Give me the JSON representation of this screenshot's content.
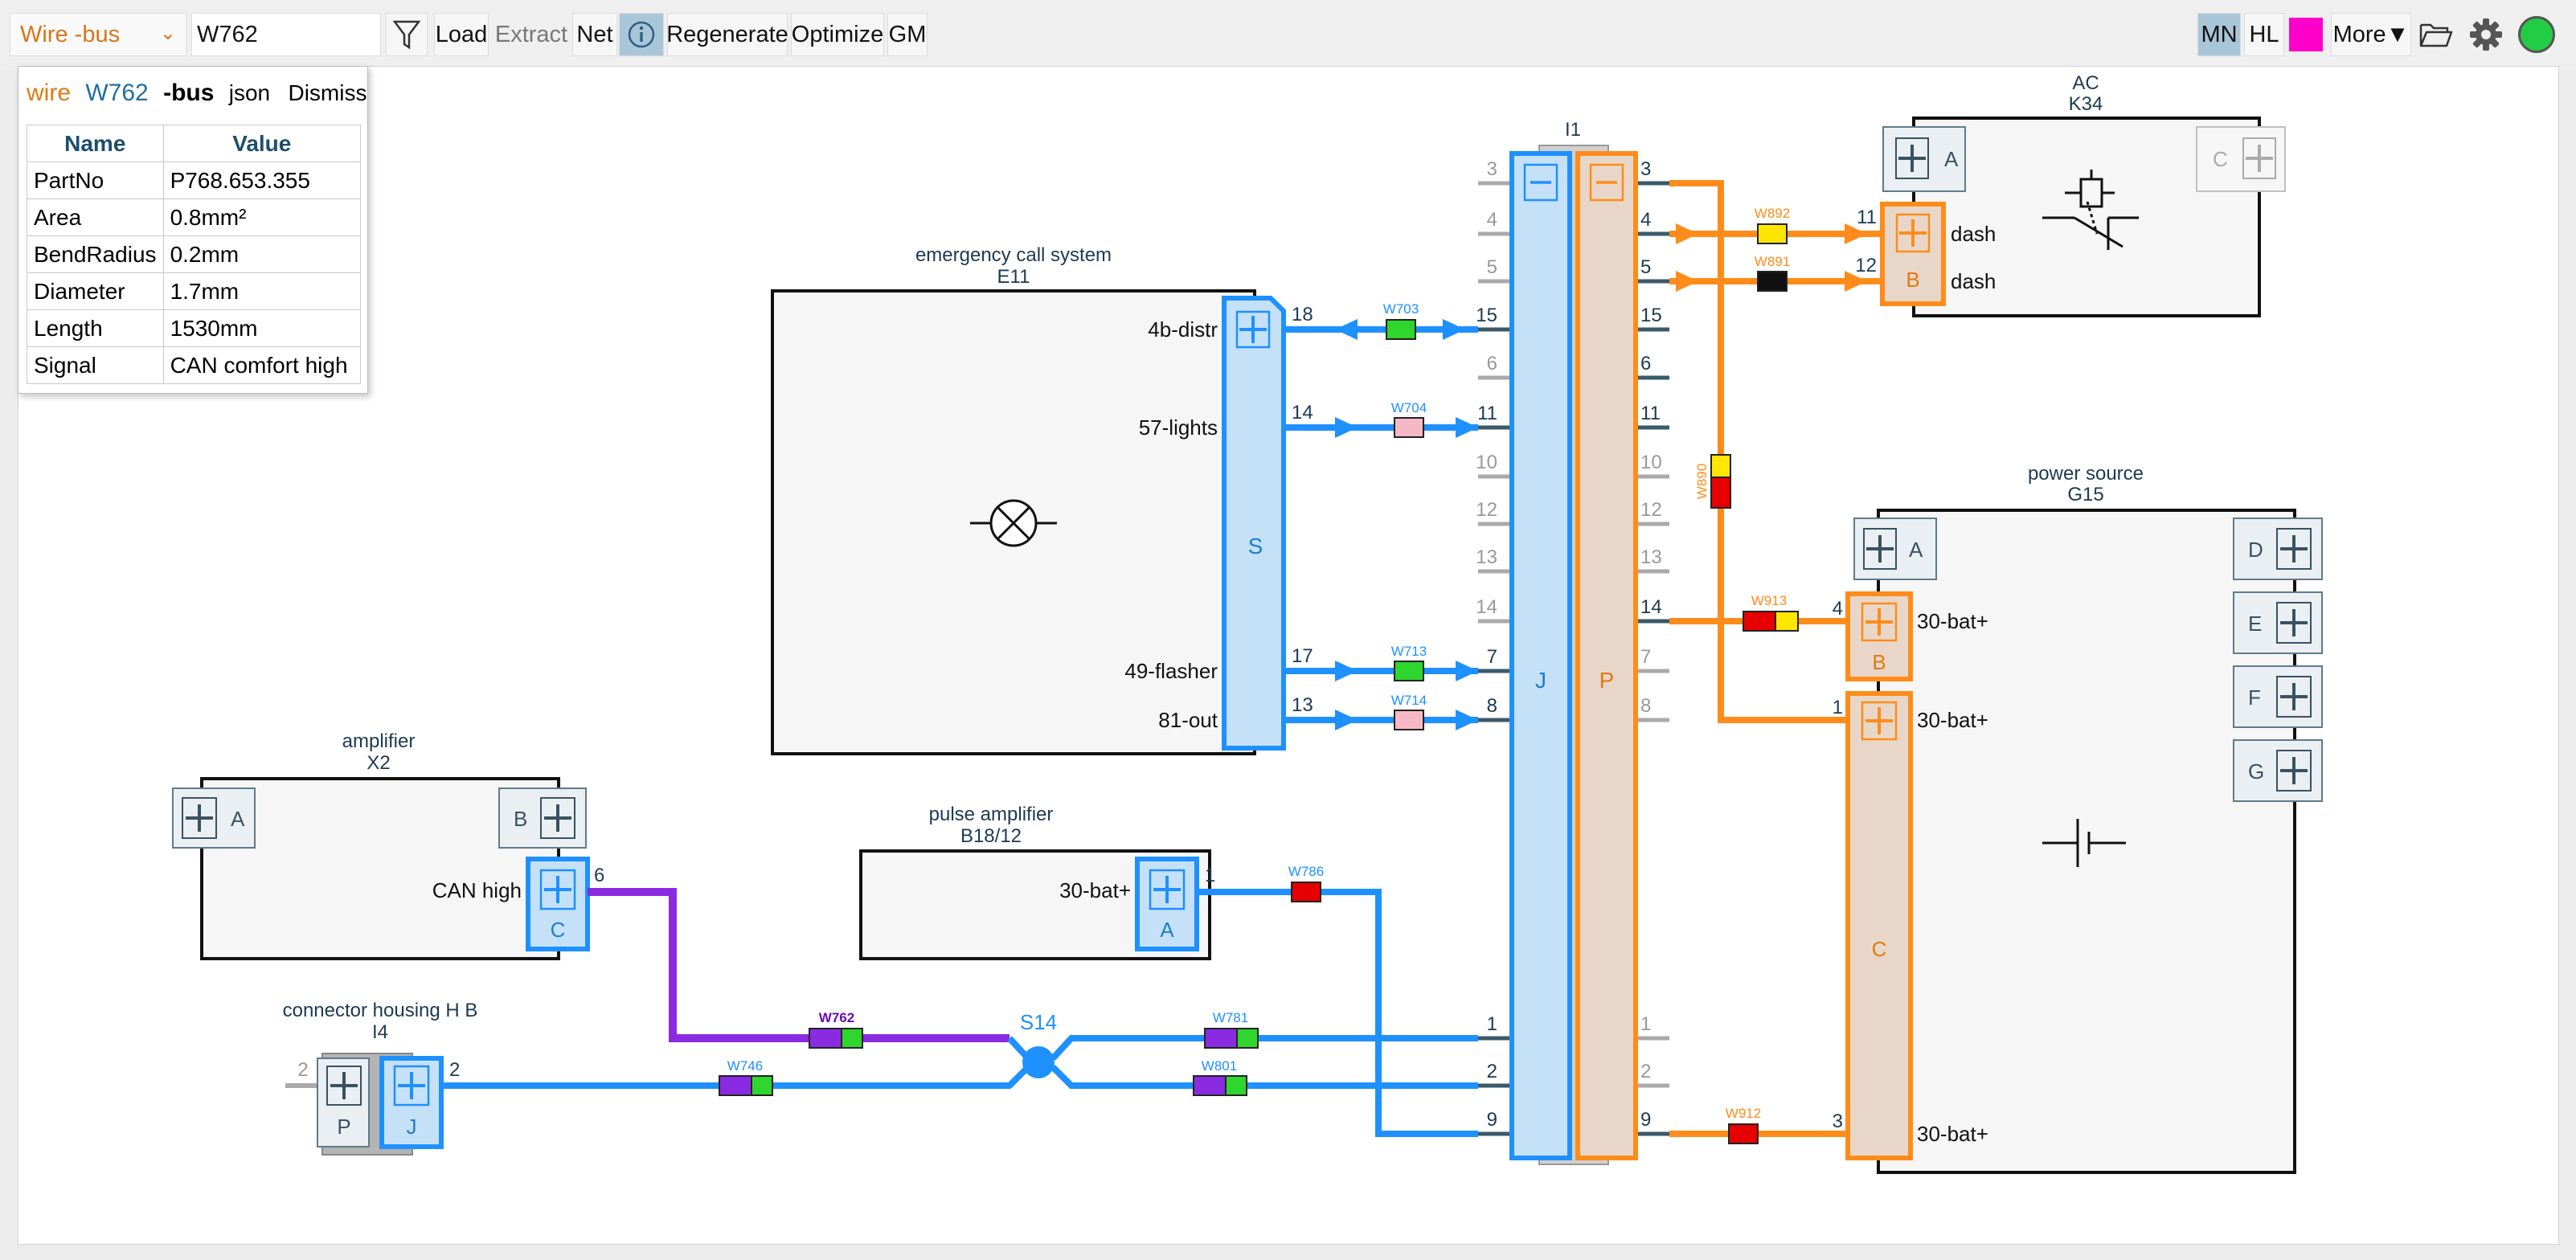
{
  "toolbar": {
    "type_select": "Wire -bus",
    "search_value": "W762",
    "load": "Load",
    "extract": "Extract",
    "net": "Net",
    "regenerate": "Regenerate",
    "optimize": "Optimize",
    "gm": "GM",
    "mn": "MN",
    "hl": "HL",
    "more": "More▼",
    "highlight_color": "#ff00cc",
    "status_color": "#22cc44"
  },
  "popup": {
    "kind": "wire",
    "wire_id": "W762",
    "bus": "-bus",
    "json": "json",
    "dismiss": "Dismiss",
    "col_name": "Name",
    "col_value": "Value",
    "rows": [
      {
        "name": "PartNo",
        "value": "P768.653.355"
      },
      {
        "name": "Area",
        "value": "0.8mm²"
      },
      {
        "name": "BendRadius",
        "value": "0.2mm"
      },
      {
        "name": "Diameter",
        "value": "1.7mm"
      },
      {
        "name": "Length",
        "value": "1530mm"
      },
      {
        "name": "Signal",
        "value": "CAN comfort high"
      }
    ]
  },
  "components": {
    "e11": {
      "name": "emergency call system",
      "id": "E11",
      "connector": "S",
      "pins": [
        "4b-distr",
        "57-lights",
        "49-flasher",
        "81-out"
      ],
      "pin_nums": [
        "18",
        "14",
        "17",
        "13"
      ]
    },
    "i1": {
      "id": "I1",
      "left": "J",
      "right": "P"
    },
    "k34": {
      "name": "AC",
      "id": "K34",
      "conn_a": "A",
      "conn_b": "B",
      "conn_c": "C",
      "pins": [
        "dash",
        "dash"
      ],
      "pin_nums": [
        "11",
        "12"
      ]
    },
    "g15": {
      "name": "power source",
      "id": "G15",
      "conns": [
        "A",
        "B",
        "C",
        "D",
        "E",
        "F",
        "G"
      ],
      "pins": [
        "30-bat+",
        "30-bat+",
        "30-bat+"
      ],
      "pin_nums": [
        "4",
        "1",
        "3"
      ]
    },
    "x2": {
      "name": "amplifier",
      "id": "X2",
      "conn_a": "A",
      "conn_b": "B",
      "conn_c": "C",
      "pin": "CAN high",
      "pin_num": "6"
    },
    "b18": {
      "name": "pulse amplifier",
      "id": "B18/12",
      "conn": "A",
      "pin": "30-bat+",
      "pin_num": "1"
    },
    "i4": {
      "name": "connector housing H B",
      "id": "I4",
      "conn_p": "P",
      "conn_j": "J",
      "pin_p": "2",
      "pin_j": "2"
    },
    "s14": {
      "id": "S14"
    }
  },
  "i1_left_pins": [
    {
      "num": "3",
      "active": false
    },
    {
      "num": "4",
      "active": false
    },
    {
      "num": "5",
      "active": false
    },
    {
      "num": "15",
      "active": true
    },
    {
      "num": "6",
      "active": false
    },
    {
      "num": "11",
      "active": true
    },
    {
      "num": "10",
      "active": false
    },
    {
      "num": "12",
      "active": false
    },
    {
      "num": "13",
      "active": false
    },
    {
      "num": "14",
      "active": false
    },
    {
      "num": "7",
      "active": true
    },
    {
      "num": "8",
      "active": true
    },
    {
      "num": "1",
      "active": true
    },
    {
      "num": "2",
      "active": true
    },
    {
      "num": "9",
      "active": true
    }
  ],
  "i1_right_pins": [
    {
      "num": "3",
      "active": true
    },
    {
      "num": "4",
      "active": true
    },
    {
      "num": "5",
      "active": true
    },
    {
      "num": "15",
      "active": true
    },
    {
      "num": "6",
      "active": true
    },
    {
      "num": "11",
      "active": true
    },
    {
      "num": "10",
      "active": false
    },
    {
      "num": "12",
      "active": false
    },
    {
      "num": "13",
      "active": false
    },
    {
      "num": "14",
      "active": true
    },
    {
      "num": "7",
      "active": false
    },
    {
      "num": "8",
      "active": false
    },
    {
      "num": "1",
      "active": false
    },
    {
      "num": "2",
      "active": false
    },
    {
      "num": "9",
      "active": true
    }
  ],
  "wires": {
    "w703": "W703",
    "w704": "W704",
    "w713": "W713",
    "w714": "W714",
    "w892": "W892",
    "w891": "W891",
    "w890": "W890",
    "w913": "W913",
    "w912": "W912",
    "w786": "W786",
    "w762": "W762",
    "w781": "W781",
    "w801": "W801",
    "w746": "W746"
  },
  "colors": {
    "blue": "#1e90ff",
    "orange": "#ff8c1a",
    "purple": "#8a2be2",
    "selected_label": "#6a0dad",
    "conn_fill": "#c5e1f8",
    "p_fill": "#e8d7c8"
  }
}
